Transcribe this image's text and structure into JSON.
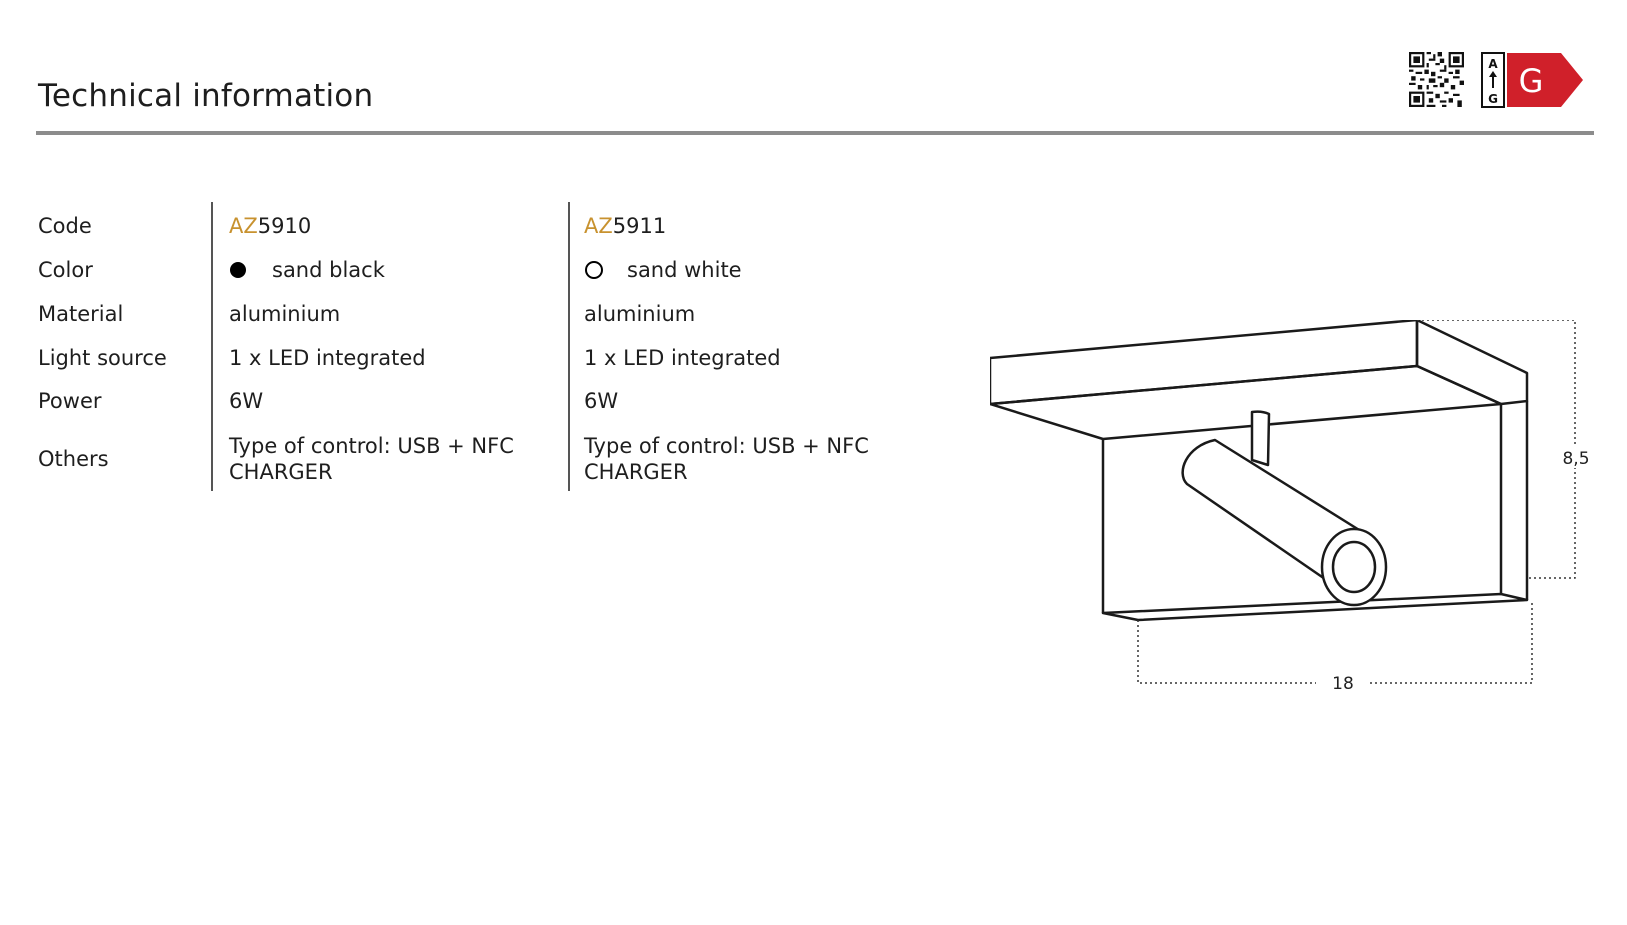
{
  "header": {
    "title": "Technical information",
    "energy_label": {
      "scale_top": "A",
      "scale_bottom": "G",
      "class": "G",
      "color": "#d0202a"
    }
  },
  "table": {
    "labels": {
      "code": "Code",
      "color": "Color",
      "material": "Material",
      "light_source": "Light source",
      "power": "Power",
      "others": "Others"
    },
    "products": [
      {
        "code_prefix": "AZ",
        "code_number": "5910",
        "color_swatch": "black",
        "color": "sand black",
        "material": "aluminium",
        "light_source": "1 x LED integrated",
        "power": "6W",
        "others": "Type of control: USB  + NFC CHARGER"
      },
      {
        "code_prefix": "AZ",
        "code_number": "5911",
        "color_swatch": "white",
        "color": "sand white",
        "material": "aluminium",
        "light_source": "1 x LED integrated",
        "power": "6W",
        "others": "Type of control: USB  + NFC CHARGER"
      }
    ],
    "accent_color": "#c8922f"
  },
  "drawing": {
    "height_dimension": "8,5",
    "width_dimension": "18"
  }
}
